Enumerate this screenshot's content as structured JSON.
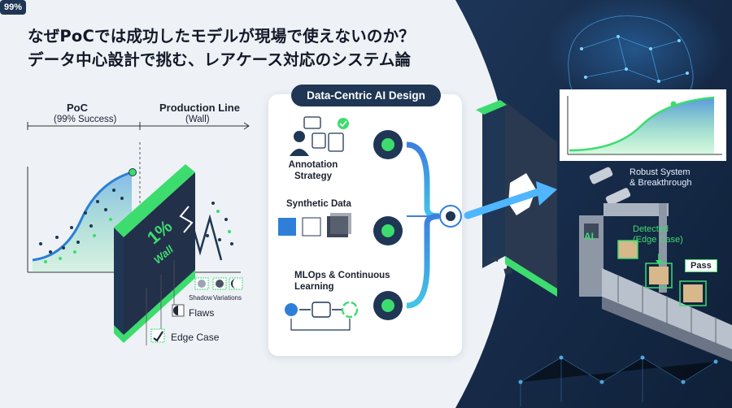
{
  "title": {
    "line1": "なぜPoCでは成功したモデルが現場で使えないのか？",
    "line2": "データ中心設計で挑む、レアケース対応のシステム論"
  },
  "left_panel": {
    "poc_label": "PoC",
    "poc_sub": "(99% Success)",
    "prod_label": "Production Line",
    "prod_sub": "(Wall)",
    "percent_badge": "99%",
    "wall_label_pct": "1%",
    "wall_label_word": "Wall",
    "shadow_label": "Shadow",
    "variations_label": "Variations",
    "flaws_label": "Flaws",
    "edge_case_label": "Edge Case"
  },
  "center_panel": {
    "header": "Data-Centric AI Design",
    "annotation_label": "Annotation\nStrategy",
    "synthetic_label": "Synthetic Data",
    "mlops_label": "MLOps & Continuous\nLearning"
  },
  "right_panel": {
    "robust_label": "Robust System\n& Breakthrough",
    "detected_label": "Detected\n(Edge Case)",
    "pass_label": "Pass",
    "ai_label": "AI"
  },
  "colors": {
    "accent_green": "#3ddc6e",
    "navy": "#1f3654",
    "dark_bg": "#132640",
    "blue": "#2f7fd8"
  }
}
